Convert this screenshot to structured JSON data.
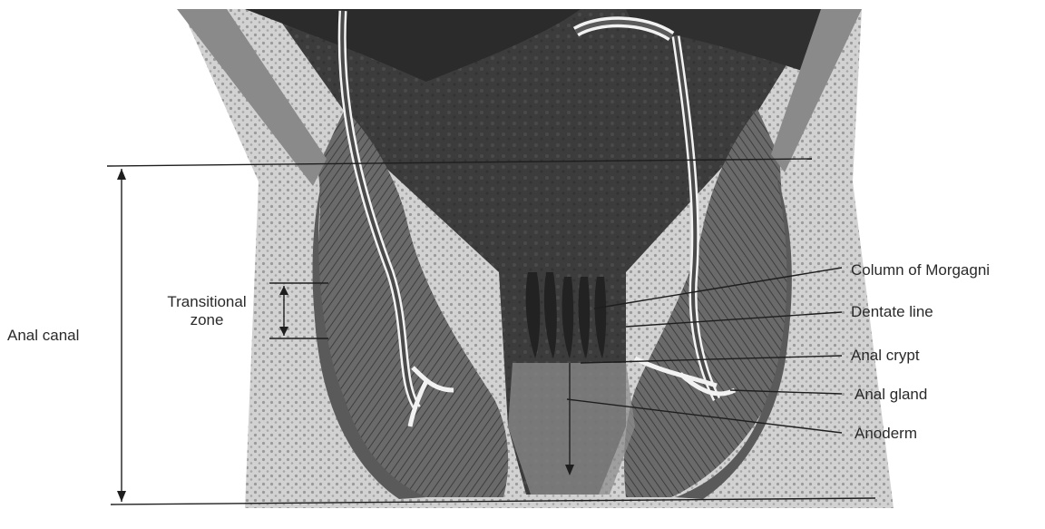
{
  "labels": {
    "anal_canal": "Anal canal",
    "transitional_zone_line1": "Transitional",
    "transitional_zone_line2": "zone",
    "column_of_morgagni": "Column of Morgagni",
    "dentate_line": "Dentate line",
    "anal_crypt": "Anal crypt",
    "anal_gland": "Anal gland",
    "anoderm": "Anoderm"
  },
  "colors": {
    "background": "#ffffff",
    "lumen": "#3a3a3a",
    "muscle": "#707070",
    "stipple": "#b9b9b9",
    "line": "#1e1e1e"
  }
}
